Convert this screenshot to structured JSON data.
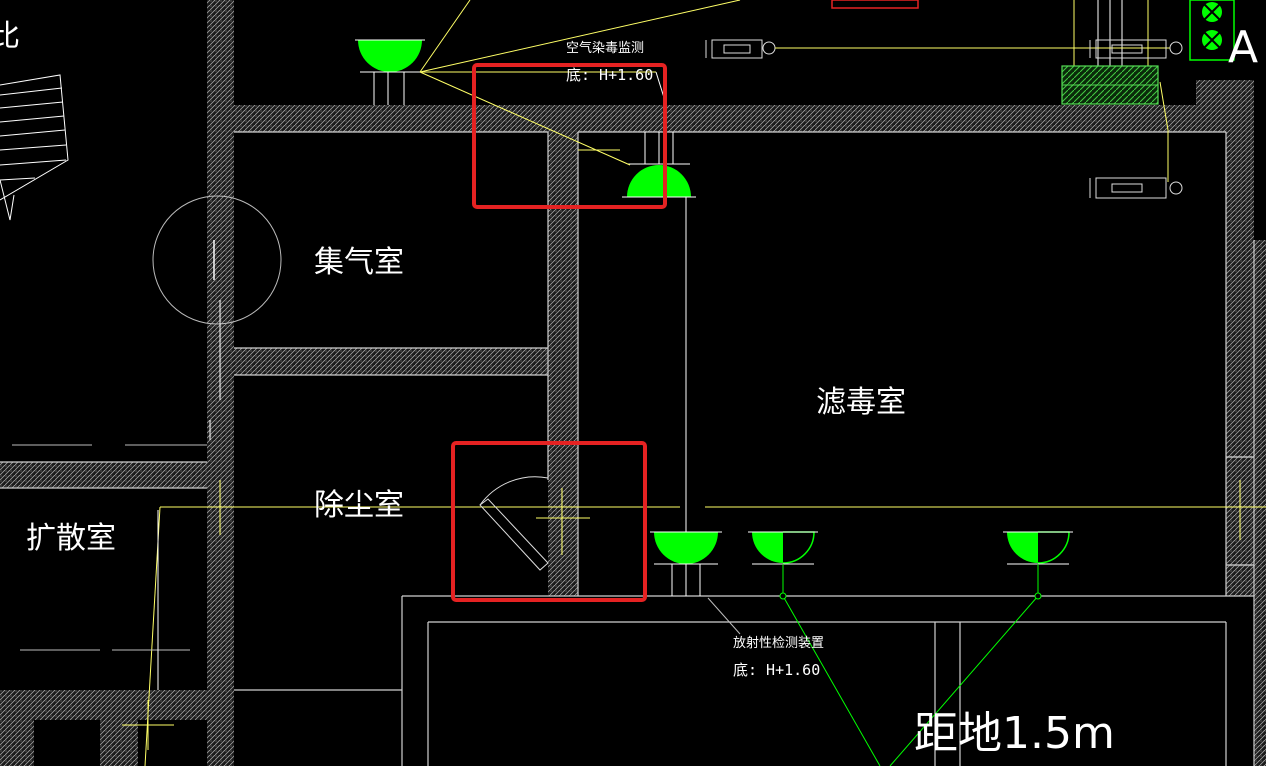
{
  "drawing": {
    "rooms": {
      "gas_collection": "集气室",
      "dust_removal": "除尘室",
      "filtration": "滤毒室",
      "diffusion": "扩散室"
    },
    "annotations": {
      "air_monitor_title": "空气染毒监测",
      "air_monitor_height": "底: H+1.60",
      "radiation_title": "放射性检测装置",
      "radiation_height": "底: H+1.60",
      "height_note": "距地1.5m"
    },
    "fragments": {
      "top_left": "比",
      "right_edge": "A"
    },
    "colors": {
      "background": "#000000",
      "wall": "#cfcfcf",
      "lamp": "#00ff00",
      "leader": "#ffff66",
      "highlight": "#e52222",
      "text": "#ffffff"
    }
  }
}
